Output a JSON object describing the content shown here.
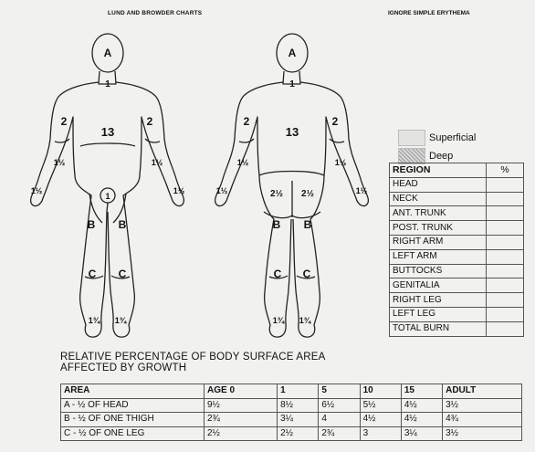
{
  "header": {
    "title": "LUND AND BROWDER CHARTS",
    "ignore_note": "IGNORE SIMPLE ERYTHEMA"
  },
  "front_figure": {
    "head": "A",
    "neck": "1",
    "trunk": "13",
    "upper_arm_left": "2",
    "upper_arm_right": "2",
    "forearm_left": "1½",
    "forearm_right": "1½",
    "hand_left": "1½",
    "hand_right": "1½",
    "genitalia": "1",
    "thigh_left": "B",
    "thigh_right": "B",
    "leg_left": "C",
    "leg_right": "C",
    "foot_left": "1¾",
    "foot_right": "1¾"
  },
  "back_figure": {
    "head": "A",
    "neck": "1",
    "trunk": "13",
    "upper_arm_left": "2",
    "upper_arm_right": "2",
    "forearm_left": "1½",
    "forearm_right": "1½",
    "hand_left": "1½",
    "hand_right": "1½",
    "buttock_left": "2½",
    "buttock_right": "2½",
    "thigh_left": "B",
    "thigh_right": "B",
    "leg_left": "C",
    "leg_right": "C",
    "foot_left": "1¾",
    "foot_right": "1¾"
  },
  "legend": {
    "superficial": "Superficial",
    "deep": "Deep"
  },
  "region_table": {
    "headers": [
      "REGION",
      "%"
    ],
    "rows": [
      "HEAD",
      "NECK",
      "ANT. TRUNK",
      "POST. TRUNK",
      "RIGHT ARM",
      "LEFT ARM",
      "BUTTOCKS",
      "GENITALIA",
      "RIGHT LEG",
      "LEFT LEG",
      "TOTAL BURN"
    ]
  },
  "growth_section": {
    "title_line1": "RELATIVE PERCENTAGE OF BODY SURFACE AREA",
    "title_line2": "AFFECTED BY GROWTH",
    "headers": [
      "AREA",
      "AGE 0",
      "1",
      "5",
      "10",
      "15",
      "ADULT"
    ],
    "rows": [
      [
        "A - ½ OF HEAD",
        "9½",
        "8½",
        "6½",
        "5½",
        "4½",
        "3½"
      ],
      [
        "B - ½ OF ONE THIGH",
        "2¾",
        "3¼",
        "4",
        "4½",
        "4½",
        "4¾"
      ],
      [
        "C - ½ OF ONE LEG",
        "2½",
        "2½",
        "2¾",
        "3",
        "3¼",
        "3½"
      ]
    ]
  }
}
